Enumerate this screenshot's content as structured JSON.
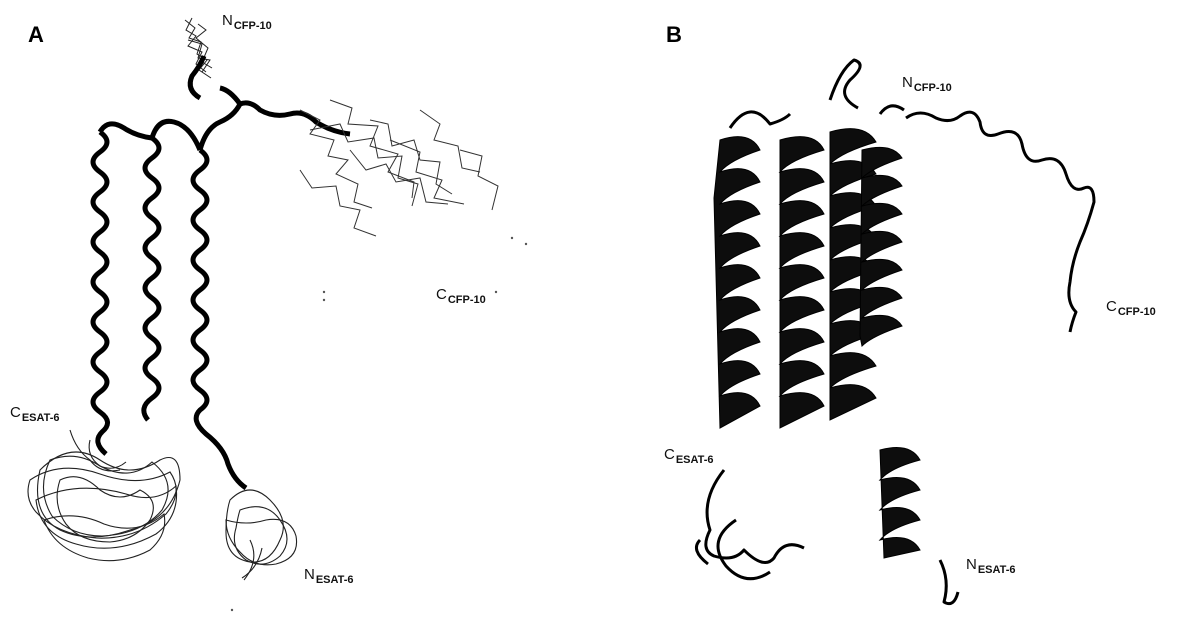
{
  "figure": {
    "panels": [
      {
        "letter": "A",
        "labels": {
          "n_cfp": {
            "main": "N",
            "sub": "CFP-10"
          },
          "c_cfp": {
            "main": "C",
            "sub": "CFP-10"
          },
          "c_esat": {
            "main": "C",
            "sub": "ESAT-6"
          },
          "n_esat": {
            "main": "N",
            "sub": "ESAT-6"
          }
        }
      },
      {
        "letter": "B",
        "labels": {
          "n_cfp": {
            "main": "N",
            "sub": "CFP-10"
          },
          "c_cfp": {
            "main": "C",
            "sub": "CFP-10"
          },
          "c_esat": {
            "main": "C",
            "sub": "ESAT-6"
          },
          "n_esat": {
            "main": "N",
            "sub": "ESAT-6"
          }
        }
      }
    ]
  },
  "colors": {
    "ink": "#111111",
    "background": "#ffffff"
  }
}
